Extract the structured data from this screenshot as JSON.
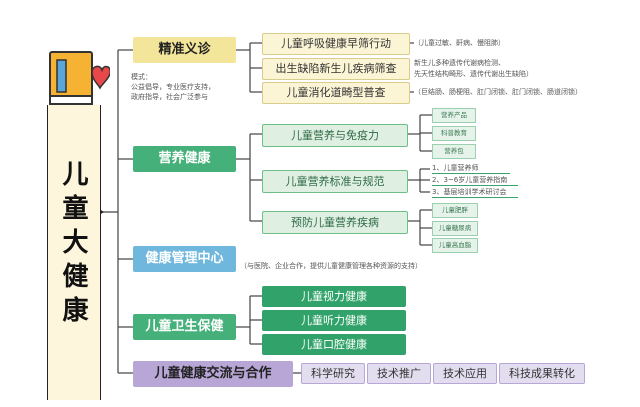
{
  "root": {
    "title": "儿童大健康"
  },
  "side_note": {
    "lines": [
      "模式：",
      "公益倡导，专业医疗支持，",
      "政府指导，社会广泛参与"
    ]
  },
  "branches": {
    "precision": {
      "label": "精准义诊",
      "items": [
        {
          "label": "儿童呼吸健康早筛行动",
          "note": "（儿童过敏、鼾病、慢阻肺）"
        },
        {
          "label": "出生缺陷新生儿疾病筛查",
          "note1": "新生儿多种遗传代谢病检测、",
          "note2": "先天性结构畸形、遗传代谢出生缺陷）"
        },
        {
          "label": "儿童消化道畸型普查",
          "note": "（巨结肠、肠梗阻、肛门闭锁、肛门闭锁、肠道闭锁）"
        }
      ]
    },
    "nutrition": {
      "label": "营养健康",
      "items": [
        {
          "label": "儿童营养与免疫力",
          "subs": [
            "营养产品",
            "科普教育",
            "营养包"
          ]
        },
        {
          "label": "儿童营养标准与规范",
          "subs": [
            "1、儿童营养师",
            "2、3~6岁儿童营养指南",
            "3、基层培训学术研讨会"
          ]
        },
        {
          "label": "预防儿童营养疾病",
          "subs": [
            "儿童肥胖",
            "儿童糖尿病",
            "儿童高血脂"
          ]
        }
      ]
    },
    "management": {
      "label": "健康管理中心",
      "note": "（与医院、企业合作，提供儿童健康管理各种资源的支持）"
    },
    "hygiene": {
      "label": "儿童卫生保健",
      "items": [
        "儿童视力健康",
        "儿童听力健康",
        "儿童口腔健康"
      ]
    },
    "exchange": {
      "label": "儿童健康交流与合作",
      "items": [
        "科学研究",
        "技术推广",
        "技术应用",
        "科技成果转化"
      ]
    }
  },
  "colors": {
    "yellow": "#f3e69a",
    "green": "#45b07a",
    "blue": "#6fb7dc",
    "purple": "#b7a6d6",
    "line": "#444444"
  },
  "icons": {
    "book": "book-with-heart-icon"
  }
}
